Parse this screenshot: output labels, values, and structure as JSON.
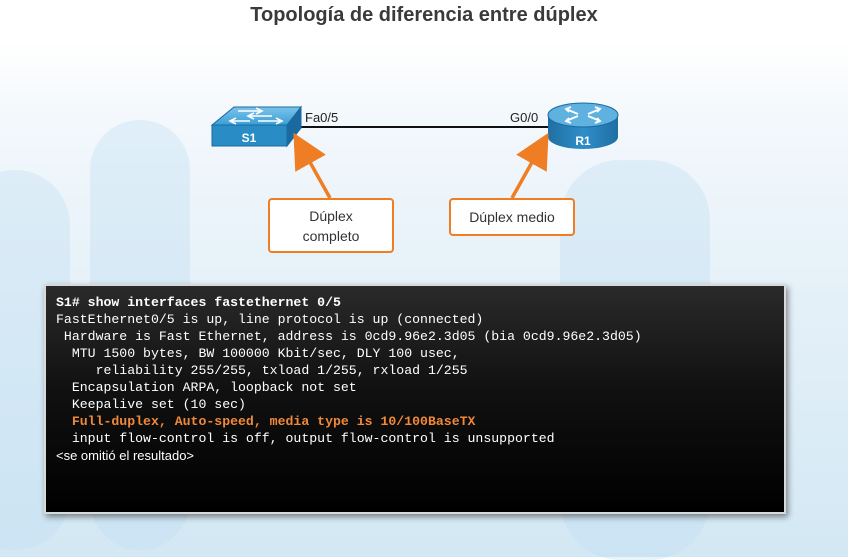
{
  "title": "Topología de diferencia entre dúplex",
  "devices": {
    "switch": {
      "label": "S1",
      "port": "Fa0/5"
    },
    "router": {
      "label": "R1",
      "port": "G0/0"
    }
  },
  "callouts": {
    "switch_line1": "Dúplex",
    "switch_line2": "completo",
    "router": "Dúplex medio"
  },
  "colors": {
    "accent": "#ef7d23",
    "device_blue": "#2a8cc4"
  },
  "icons": {
    "switch": "switch-icon",
    "router": "router-icon"
  },
  "terminal": {
    "prompt": "S1#",
    "command": "show interfaces fastethernet 0/5",
    "lines": [
      "FastEthernet0/5 is up, line protocol is up (connected)",
      " Hardware is Fast Ethernet, address is 0cd9.96e2.3d05 (bia 0cd9.96e2.3d05)",
      "  MTU 1500 bytes, BW 100000 Kbit/sec, DLY 100 usec,",
      "     reliability 255/255, txload 1/255, rxload 1/255",
      "  Encapsulation ARPA, loopback not set",
      "  Keepalive set (10 sec)"
    ],
    "highlight": "  Full-duplex, Auto-speed, media type is 10/100BaseTX",
    "after": "  input flow-control is off, output flow-control is unsupported",
    "omitted": "<se omitió el resultado>"
  }
}
